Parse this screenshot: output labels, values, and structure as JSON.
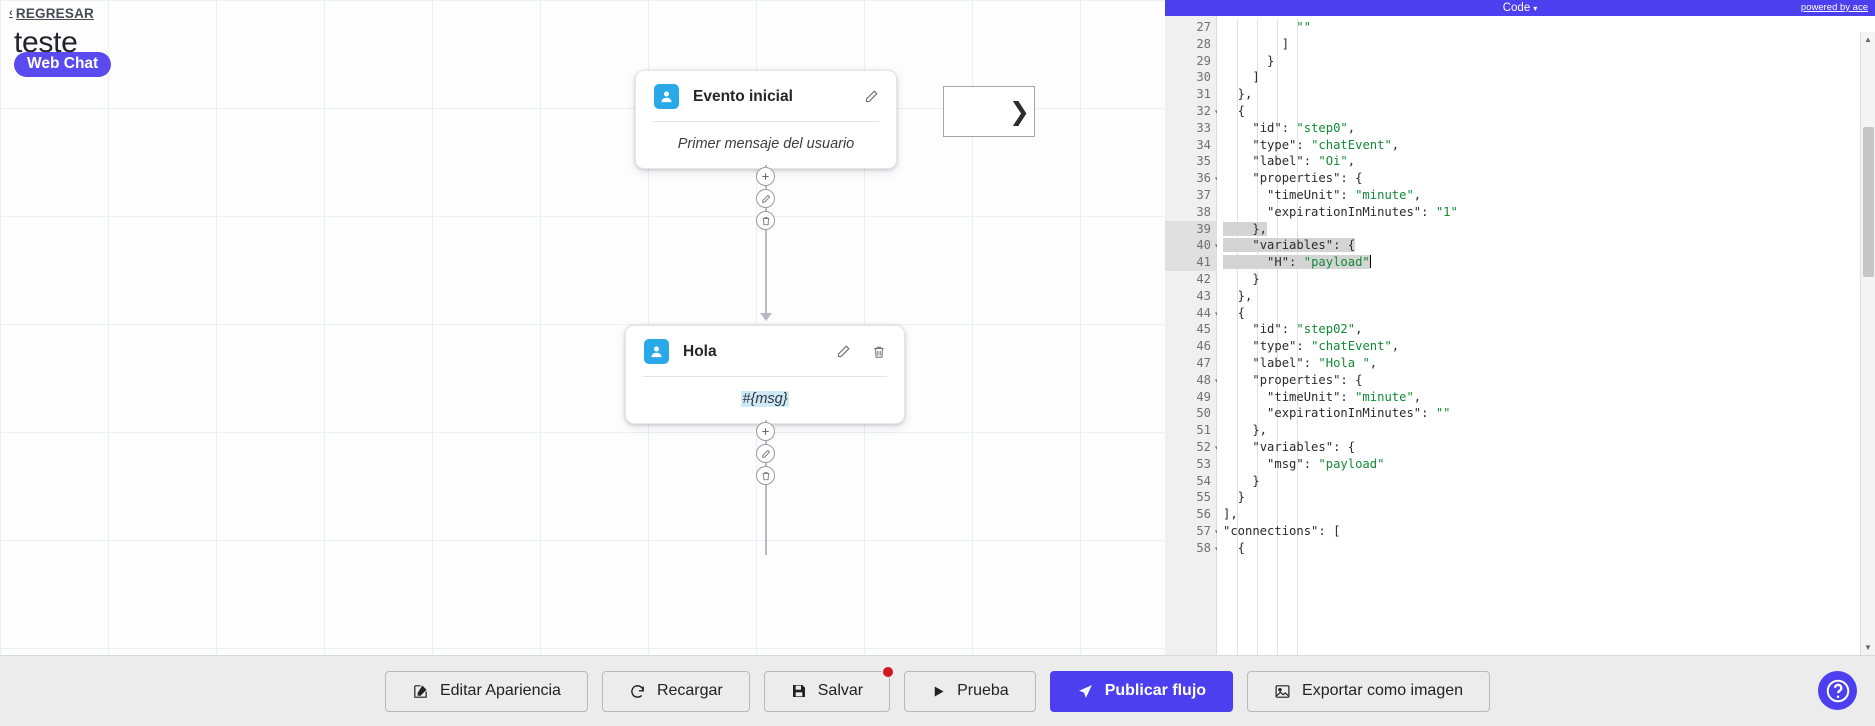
{
  "header": {
    "back_label": "REGRESAR",
    "back_icon": "chevron-left-icon",
    "flow_title": "teste",
    "channel_badge": "Web Chat"
  },
  "canvas": {
    "nodes": [
      {
        "avatar_icon": "user-icon",
        "title": "Evento inicial",
        "body": "Primer mensaje del usuario",
        "edit_icon": "pencil-icon",
        "has_delete": false
      },
      {
        "avatar_icon": "user-icon",
        "title": "Hola",
        "body": "#{msg}",
        "edit_icon": "pencil-icon",
        "delete_icon": "trash-icon",
        "has_delete": true
      }
    ],
    "connector_buttons": [
      {
        "add": "plus-icon",
        "edit": "pencil-icon",
        "delete": "trash-icon"
      },
      {
        "add": "plus-icon",
        "edit": "pencil-icon",
        "delete": "trash-icon"
      }
    ]
  },
  "code_panel": {
    "title": "Code",
    "caret": "▾",
    "powered_by": "powered by ace",
    "first_line_number": 27,
    "lines": [
      {
        "n": 27,
        "text": "          \"\"",
        "fold": false,
        "selected": false
      },
      {
        "n": 28,
        "text": "        ]",
        "fold": false,
        "selected": false
      },
      {
        "n": 29,
        "text": "      }",
        "fold": false,
        "selected": false
      },
      {
        "n": 30,
        "text": "    ]",
        "fold": false,
        "selected": false
      },
      {
        "n": 31,
        "text": "  },",
        "fold": false,
        "selected": false
      },
      {
        "n": 32,
        "text": "  {",
        "fold": true,
        "selected": false
      },
      {
        "n": 33,
        "text": "    \"id\": \"step0\",",
        "fold": false,
        "selected": false
      },
      {
        "n": 34,
        "text": "    \"type\": \"chatEvent\",",
        "fold": false,
        "selected": false
      },
      {
        "n": 35,
        "text": "    \"label\": \"Oi\",",
        "fold": false,
        "selected": false
      },
      {
        "n": 36,
        "text": "    \"properties\": {",
        "fold": true,
        "selected": false
      },
      {
        "n": 37,
        "text": "      \"timeUnit\": \"minute\",",
        "fold": false,
        "selected": false
      },
      {
        "n": 38,
        "text": "      \"expirationInMinutes\": \"1\"",
        "fold": false,
        "selected": false
      },
      {
        "n": 39,
        "text": "    },",
        "fold": false,
        "selected": true
      },
      {
        "n": 40,
        "text": "    \"variables\": {",
        "fold": true,
        "selected": true
      },
      {
        "n": 41,
        "text": "      \"H\": \"payload\"",
        "fold": false,
        "selected": true,
        "cursor": true
      },
      {
        "n": 42,
        "text": "    }",
        "fold": false,
        "selected": false
      },
      {
        "n": 43,
        "text": "  },",
        "fold": false,
        "selected": false
      },
      {
        "n": 44,
        "text": "  {",
        "fold": true,
        "selected": false
      },
      {
        "n": 45,
        "text": "    \"id\": \"step02\",",
        "fold": false,
        "selected": false
      },
      {
        "n": 46,
        "text": "    \"type\": \"chatEvent\",",
        "fold": false,
        "selected": false
      },
      {
        "n": 47,
        "text": "    \"label\": \"Hola \",",
        "fold": false,
        "selected": false
      },
      {
        "n": 48,
        "text": "    \"properties\": {",
        "fold": true,
        "selected": false
      },
      {
        "n": 49,
        "text": "      \"timeUnit\": \"minute\",",
        "fold": false,
        "selected": false
      },
      {
        "n": 50,
        "text": "      \"expirationInMinutes\": \"\"",
        "fold": false,
        "selected": false
      },
      {
        "n": 51,
        "text": "    },",
        "fold": false,
        "selected": false
      },
      {
        "n": 52,
        "text": "    \"variables\": {",
        "fold": true,
        "selected": false
      },
      {
        "n": 53,
        "text": "      \"msg\": \"payload\"",
        "fold": false,
        "selected": false
      },
      {
        "n": 54,
        "text": "    }",
        "fold": false,
        "selected": false
      },
      {
        "n": 55,
        "text": "  }",
        "fold": false,
        "selected": false
      },
      {
        "n": 56,
        "text": "],",
        "fold": false,
        "selected": false
      },
      {
        "n": 57,
        "text": "\"connections\": [",
        "fold": true,
        "selected": false
      },
      {
        "n": 58,
        "text": "  {",
        "fold": true,
        "selected": false
      }
    ],
    "fold_marker_glyph": "❯"
  },
  "toolbar": {
    "buttons": [
      {
        "label": "Editar Apariencia",
        "icon": "edit-square-icon",
        "primary": false,
        "badge": false
      },
      {
        "label": "Recargar",
        "icon": "refresh-icon",
        "primary": false,
        "badge": false
      },
      {
        "label": "Salvar",
        "icon": "floppy-disk-icon",
        "primary": false,
        "badge": true
      },
      {
        "label": "Prueba",
        "icon": "play-icon",
        "primary": false,
        "badge": false
      },
      {
        "label": "Publicar flujo",
        "icon": "send-icon",
        "primary": true,
        "badge": false
      },
      {
        "label": "Exportar como imagen",
        "icon": "image-icon",
        "primary": false,
        "badge": false
      }
    ],
    "help_icon": "question-mark-icon"
  },
  "colors": {
    "accent": "#4b3ff0",
    "node_avatar": "#29a9e8",
    "badge_red": "#d4141e",
    "code_string": "#138a36"
  }
}
